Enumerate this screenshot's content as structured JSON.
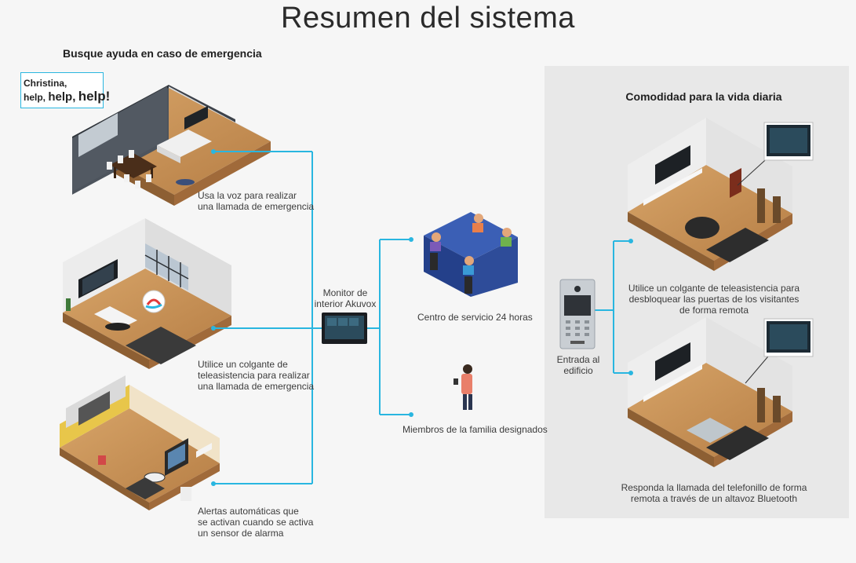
{
  "title": "Resumen del sistema",
  "left_section": {
    "title": "Busque ayuda en caso de emergencia",
    "speech_bubble": {
      "line1": "Christina,",
      "help1": "help,",
      "help2": "help,",
      "help3": "help!"
    },
    "scenes": [
      {
        "caption_lines": [
          "Usa la voz para realizar",
          "una llamada de emergencia"
        ]
      },
      {
        "caption_lines": [
          "Utilice un colgante de",
          "teleasistencia para realizar",
          "una llamada de emergencia"
        ]
      },
      {
        "caption_lines": [
          "Alertas automáticas que",
          "se activan cuando se activa",
          "un sensor de alarma"
        ]
      }
    ]
  },
  "center": {
    "monitor_label": [
      "Monitor de",
      "interior Akuvox"
    ],
    "targets": [
      {
        "label": "Centro de servicio 24 horas"
      },
      {
        "label": "Miembros de la familia designados"
      }
    ]
  },
  "right_section": {
    "title": "Comodidad para la vida diaria",
    "door_station_label": [
      "Entrada al",
      "edificio"
    ],
    "scenes": [
      {
        "caption_lines": [
          "Utilice un colgante de teleasistencia para",
          "desbloquear las puertas de los visitantes",
          "de forma remota"
        ]
      },
      {
        "caption_lines": [
          "Responda la llamada del telefonillo de forma",
          "remota a través de un altavoz Bluetooth"
        ]
      }
    ]
  },
  "colors": {
    "connector": "#29b6e0",
    "panel": "#e8e8e8",
    "background": "#f6f6f6",
    "floor": "#c89257",
    "wall_dark": "#4a5058",
    "wall_light": "#e9e9e9"
  },
  "icons": [
    "monitor-icon",
    "door-station-icon",
    "office-workers-icon",
    "person-phone-icon"
  ]
}
